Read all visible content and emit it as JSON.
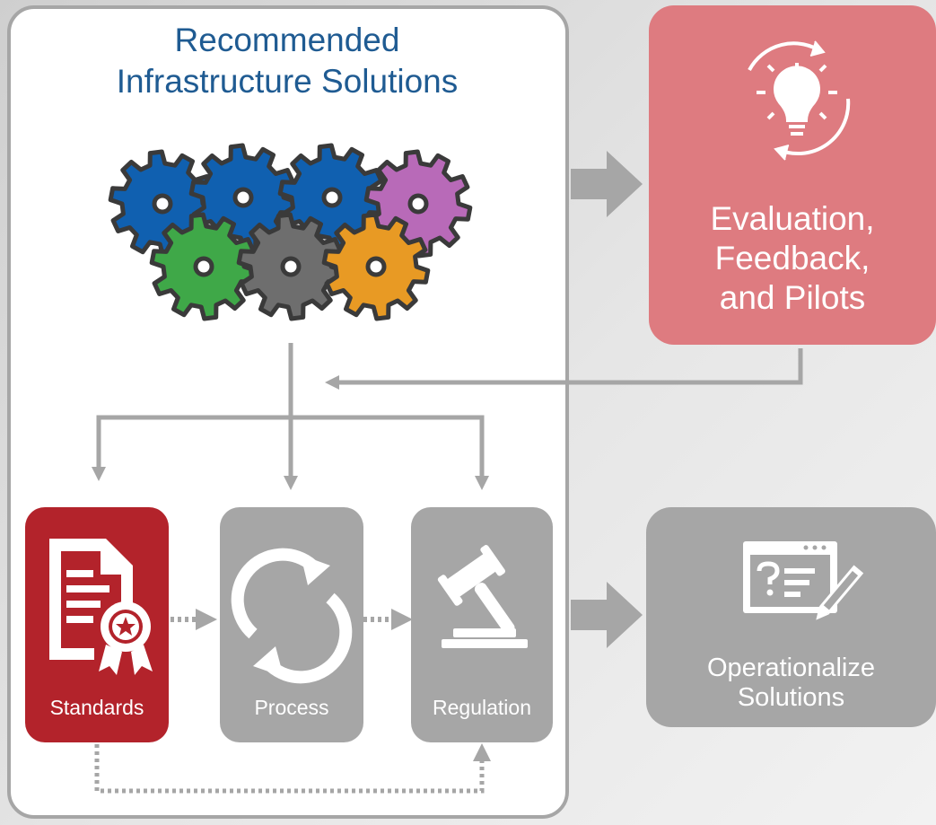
{
  "diagram": {
    "panel_title_line1": "Recommended",
    "panel_title_line2": "Infrastructure Solutions",
    "evaluation_line1": "Evaluation,",
    "evaluation_line2": "Feedback,",
    "evaluation_line3": "and Pilots",
    "operationalize_line1": "Operationalize",
    "operationalize_line2": "Solutions",
    "tiles": [
      {
        "label": "Standards",
        "icon": "certificate-icon"
      },
      {
        "label": "Process",
        "icon": "refresh-cycle-icon"
      },
      {
        "label": "Regulation",
        "icon": "gavel-icon"
      }
    ],
    "gears": [
      {
        "color": "#1060b0"
      },
      {
        "color": "#1060b0"
      },
      {
        "color": "#1060b0"
      },
      {
        "color": "#b86ab8"
      },
      {
        "color": "#3fa848"
      },
      {
        "color": "#6e6e6e"
      },
      {
        "color": "#e89a24"
      }
    ],
    "colors": {
      "title": "#1f5b92",
      "evaluation_box": "#de7b80",
      "standards_tile": "#b3232b",
      "neutral_tile": "#a6a6a6",
      "arrow": "#a6a6a6"
    }
  }
}
